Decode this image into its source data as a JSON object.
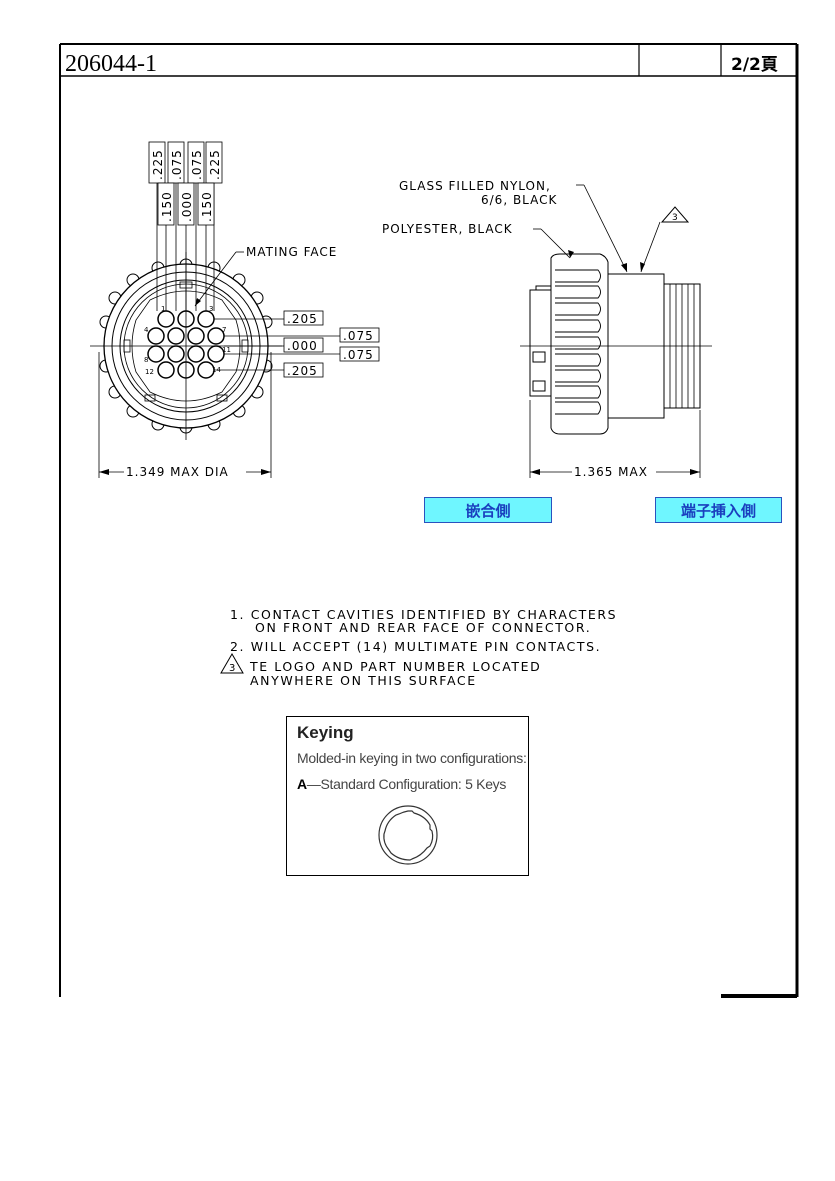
{
  "header": {
    "part_number": "206044-1",
    "page": "2/2頁"
  },
  "front_view": {
    "top_dims": [
      ".225",
      ".075",
      ".075",
      ".225"
    ],
    "mid_dims": [
      ".150",
      ".000",
      ".150"
    ],
    "mating_face_label": "MATING FACE",
    "right_dims": [
      ".205",
      ".075",
      ".000",
      ".075",
      ".205"
    ],
    "cavity_numbers": [
      "1",
      "3",
      "4",
      "7",
      "8",
      "11",
      "12",
      "14"
    ],
    "dia_label": "1.349 MAX DIA"
  },
  "side_view": {
    "glass_label_line1": "GLASS FILLED NYLON,",
    "glass_label_line2": "6/6, BLACK",
    "polyester_label": "POLYESTER, BLACK",
    "note_ref": "3",
    "length_label": "1.365 MAX"
  },
  "tags": {
    "mating_side": "嵌合側",
    "terminal_side": "端子挿入側"
  },
  "notes": {
    "n1_line1": "1. CONTACT CAVITIES IDENTIFIED BY CHARACTERS",
    "n1_line2": "ON FRONT AND REAR FACE OF CONNECTOR.",
    "n2": "2. WILL ACCEPT (14) MULTIMATE PIN CONTACTS.",
    "n3_num": "3",
    "n3_line1": "TE LOGO AND PART NUMBER LOCATED",
    "n3_line2": "ANYWHERE ON THIS SURFACE"
  },
  "keying": {
    "title": "Keying",
    "subtitle": "Molded-in keying in two configurations:",
    "config_letter": "A",
    "config_text": "—Standard Configuration: 5 Keys"
  }
}
